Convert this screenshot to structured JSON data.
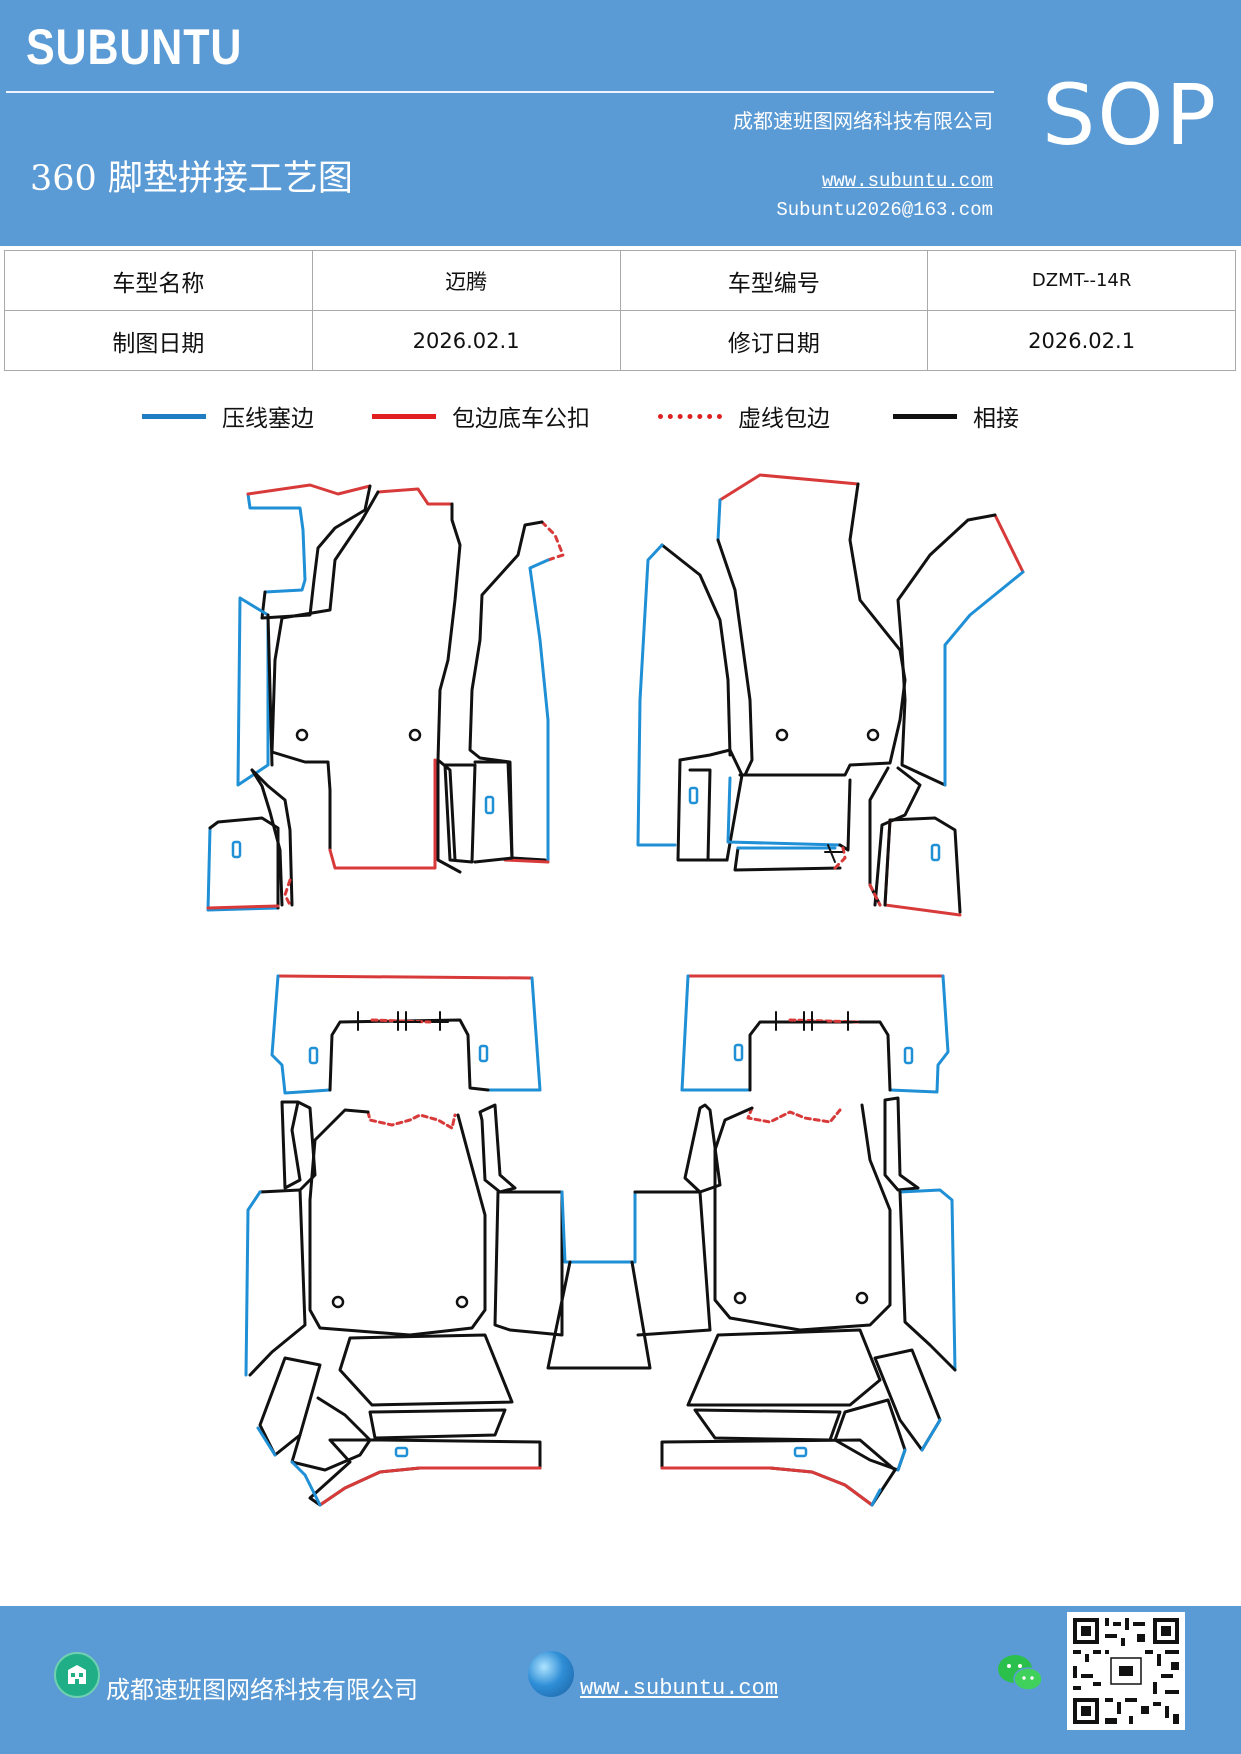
{
  "header": {
    "brand": "SUBUNTU",
    "company": "成都速班图网络科技有限公司",
    "title": "360 脚垫拼接工艺图",
    "website": "www.subuntu.com",
    "email": "Subuntu2026@163.com",
    "badge": "SOP"
  },
  "info_table": {
    "model_name_label": "车型名称",
    "model_name": "迈腾",
    "model_code_label": "车型编号",
    "model_code": "DZMT--14R",
    "draw_date_label": "制图日期",
    "draw_date": "2026.02.1",
    "revise_date_label": "修订日期",
    "revise_date": "2026.02.1"
  },
  "legend": {
    "items": [
      {
        "label": "压线塞边",
        "color": "#1f7dc4",
        "style": "solid"
      },
      {
        "label": "包边底车公扣",
        "color": "#e02020",
        "style": "solid"
      },
      {
        "label": "虚线包边",
        "color": "#e02020",
        "style": "dotted"
      },
      {
        "label": "相接",
        "color": "#111111",
        "style": "solid"
      }
    ]
  },
  "colors": {
    "header_bg": "#5b9bd5",
    "blue_line": "#1f8fd6",
    "red_line": "#d83a3a",
    "black_line": "#111111"
  },
  "footer": {
    "company": "成都速班图网络科技有限公司",
    "website": "www.subuntu.com",
    "icons": [
      "company-icon",
      "globe-icon",
      "wechat-icon",
      "qr-code"
    ]
  }
}
